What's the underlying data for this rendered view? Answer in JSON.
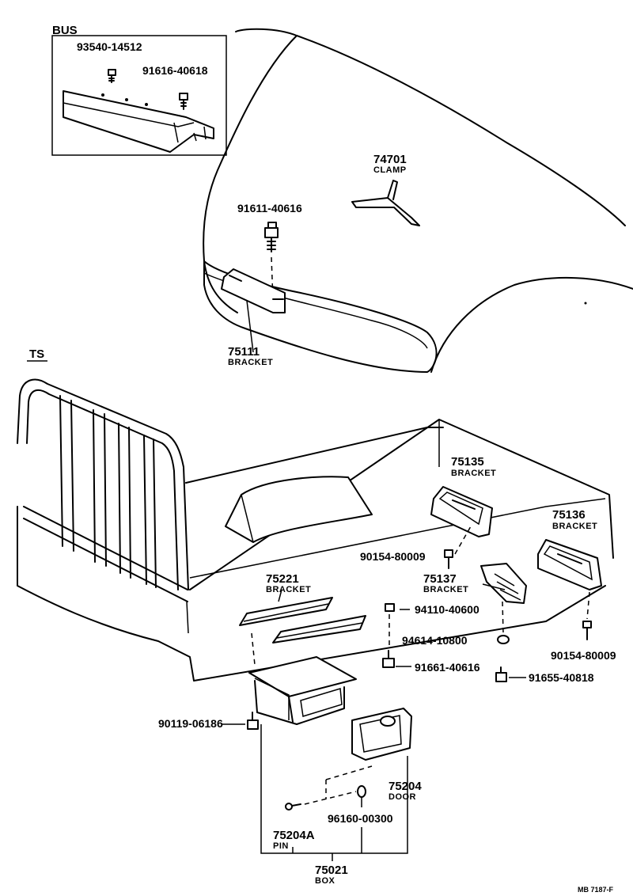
{
  "sections": {
    "bus": "BUS",
    "ts": "TS"
  },
  "parts": {
    "p93540": "93540-14512",
    "p91616": "91616-40618",
    "p74701": "74701",
    "p74701_name": "CLAMP",
    "p91611": "91611-40616",
    "p75111": "75111",
    "p75111_name": "BRACKET",
    "p75135": "75135",
    "p75135_name": "BRACKET",
    "p75136": "75136",
    "p75136_name": "BRACKET",
    "p90154a": "90154-80009",
    "p75137": "75137",
    "p75137_name": "BRACKET",
    "p75221": "75221",
    "p75221_name": "BRACKET",
    "p94110": "94110-40600",
    "p94614": "94614-10800",
    "p90154b": "90154-80009",
    "p91661": "91661-40616",
    "p91655": "91655-40818",
    "p90119": "90119-06186",
    "p75204": "75204",
    "p75204_name": "DOOR",
    "p96160": "96160-00300",
    "p75204A": "75204A",
    "p75204A_name": "PIN",
    "p75021": "75021",
    "p75021_name": "BOX"
  },
  "drawing_ref": "MB 7187-F"
}
